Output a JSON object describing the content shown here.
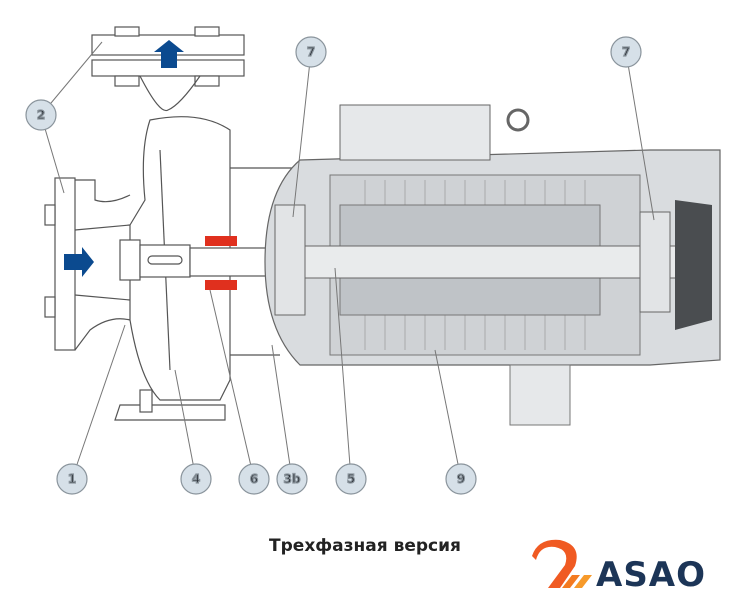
{
  "diagram": {
    "callouts": [
      {
        "id": "c2",
        "label": "2"
      },
      {
        "id": "c7a",
        "label": "7"
      },
      {
        "id": "c7b",
        "label": "7"
      },
      {
        "id": "c1",
        "label": "1"
      },
      {
        "id": "c4",
        "label": "4"
      },
      {
        "id": "c6",
        "label": "6"
      },
      {
        "id": "c3b",
        "label": "3b"
      },
      {
        "id": "c5",
        "label": "5"
      },
      {
        "id": "c9",
        "label": "9"
      }
    ],
    "caption": "Трехфазная версия"
  },
  "logo": {
    "text": "ASAO"
  },
  "colors": {
    "arrow": "#0b4a8f",
    "seal": "#e0301e",
    "motor": "#d9dcdf",
    "callout_fill": "#d6e0e8",
    "logo_orange": "#f05a22",
    "logo_text": "#1c3557"
  }
}
